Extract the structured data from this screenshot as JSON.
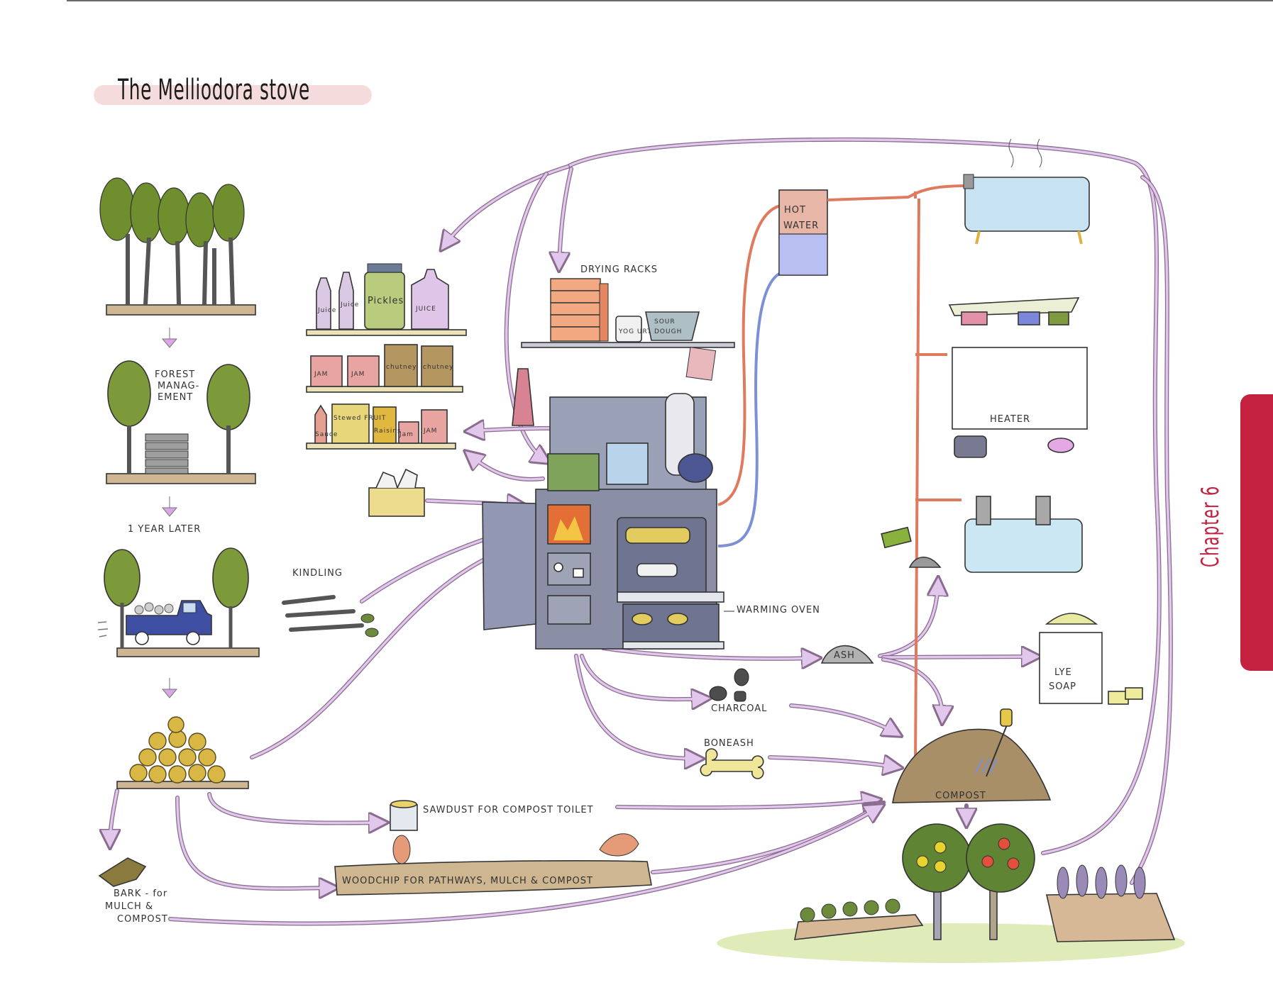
{
  "page": {
    "title": "The Melliodora stove",
    "chapter_tab": "Chapter 6"
  },
  "colors": {
    "arrow_fill": "#e2c7ec",
    "arrow_outline": "#8a6c8f",
    "hot_pipe": "#e07a5f",
    "cold_pipe": "#7d8fd6",
    "chapter_red": "#c4213f",
    "title_wash": "#f3d6d6",
    "tree_green": "#7c9a3a"
  },
  "forest_sequence": {
    "steps": [
      {
        "id": "forest",
        "label": ""
      },
      {
        "id": "forest-management",
        "label": "Forest manag-ement"
      },
      {
        "id": "one-year-later",
        "label": "1 year later"
      },
      {
        "id": "truck",
        "label": ""
      },
      {
        "id": "firewood-pile",
        "label": ""
      }
    ],
    "forest_management_lines": [
      "FOREST",
      "MANAG-",
      "EMENT"
    ],
    "year_later": "1 YEAR LATER"
  },
  "pantry": {
    "shelf_top": [
      "Juice",
      "Juice",
      "Pickles",
      "JUICE"
    ],
    "shelf_middle": [
      "JAM",
      "JAM",
      "chutney",
      "chutney"
    ],
    "shelf_bottom": [
      "Sauce",
      "Stewed FRUIT",
      "Raisins",
      "Jam",
      "JAM"
    ]
  },
  "kitchen": {
    "drying_racks": "DRYING RACKS",
    "yogurt": "YOG URT",
    "sourdough_lines": [
      "SOUR",
      "DOUGH"
    ],
    "warming_oven": "WARMING OVEN",
    "kindling": "KINDLING"
  },
  "hot_water": {
    "tank_lines": [
      "HOT",
      "WATER"
    ],
    "outputs": [
      "bath",
      "clothes-drying-heater",
      "sink"
    ],
    "heater_label": "HEATER"
  },
  "byproducts": {
    "ash": "ASH",
    "lye_soap_lines": [
      "LYE",
      "SOAP"
    ],
    "charcoal": "CHARCOAL",
    "bone_ash": "BONEASH",
    "compost": "COMPOST",
    "sawdust": "SAWDUST FOR COMPOST TOILET",
    "woodchip": "WOODCHIP FOR PATHWAYS, MULCH & COMPOST",
    "bark_lines": [
      "BARK - for",
      "MULCH &",
      "COMPOST"
    ]
  },
  "garden": {
    "items": [
      "vegetable-bed",
      "yellow-fruit-tree",
      "red-fruit-tree",
      "leek-bed"
    ]
  }
}
